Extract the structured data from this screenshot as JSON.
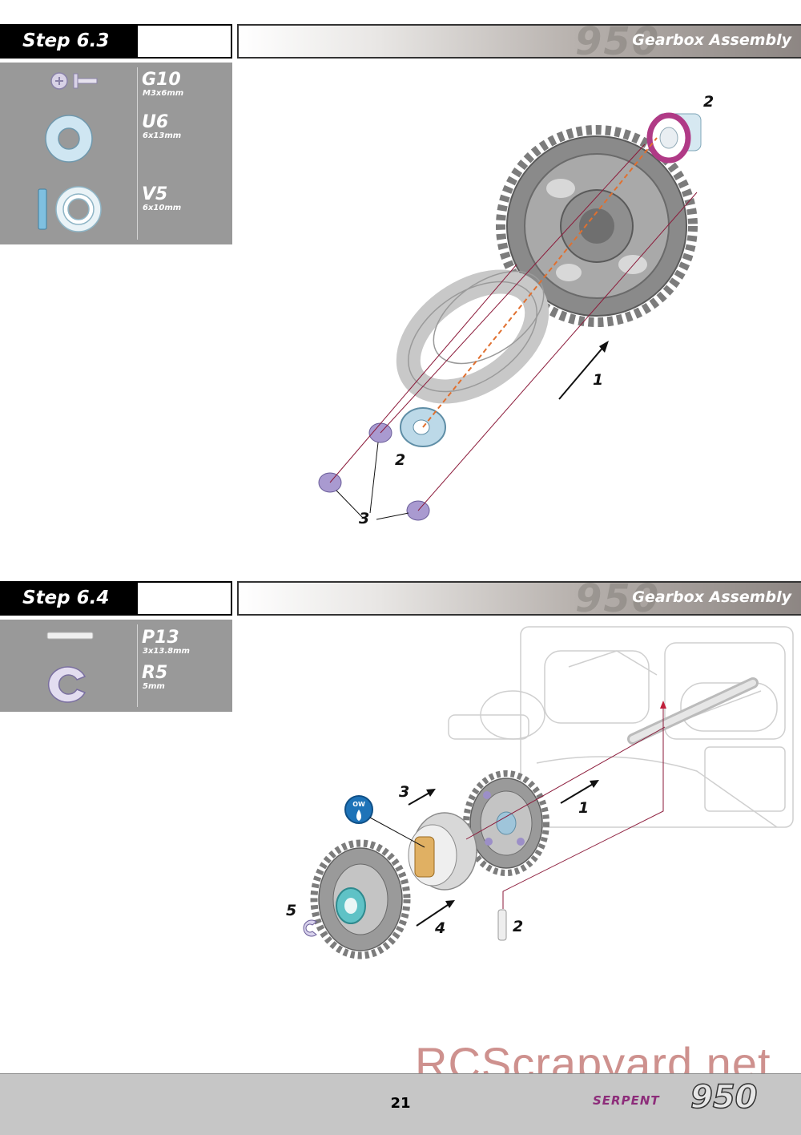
{
  "steps": [
    {
      "label": "Step 6.3",
      "title": "Gearbox Assembly",
      "watermark": "950",
      "parts": [
        {
          "code": "G10",
          "size": "M3x6mm",
          "icon": "screw-icon"
        },
        {
          "code": "U6",
          "size": "6x13mm",
          "icon": "washer-icon"
        },
        {
          "code": "V5",
          "size": "6x10mm",
          "icon": "bearing-icon"
        }
      ],
      "callouts": [
        "2",
        "1",
        "2",
        "3"
      ]
    },
    {
      "label": "Step 6.4",
      "title": "Gearbox Assembly",
      "watermark": "950",
      "parts": [
        {
          "code": "P13",
          "size": "3x13.8mm",
          "icon": "pin-icon"
        },
        {
          "code": "R5",
          "size": "5mm",
          "icon": "e-clip-icon"
        }
      ],
      "callouts": [
        "3",
        "1",
        "5",
        "4",
        "2"
      ],
      "oil_badge": "OW"
    }
  ],
  "footer": {
    "page_number": "21",
    "brand": "SERPENT",
    "model": "950"
  },
  "site_watermark": "RCScrapyard.net",
  "colors": {
    "header_black": "#000000",
    "parts_panel": "#999999",
    "brand_purple": "#8d2d7a",
    "callout_line": "#8b1a3a"
  }
}
